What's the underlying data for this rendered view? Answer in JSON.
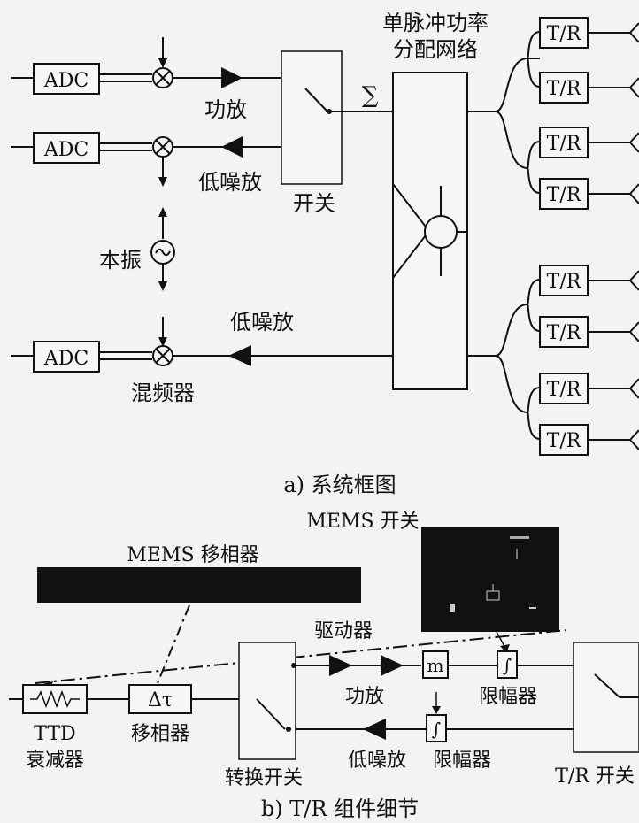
{
  "part_a": {
    "adc_label": "ADC",
    "pa_label": "功放",
    "lna_label": "低噪放",
    "switch_label": "开关",
    "sigma": "∑",
    "network_label_1": "单脉冲功率",
    "network_label_2": "分配网络",
    "lo_label": "本振",
    "mixer_label": "混频器",
    "tr_label": "T/R",
    "caption": "a)  系统框图"
  },
  "part_b": {
    "mems_switch_label": "MEMS 开关",
    "mems_phase_label": "MEMS 移相器",
    "driver_label": "驱动器",
    "ttd_label": "TTD",
    "attenuator_label": "衰减器",
    "delta_tau": "Δτ",
    "phase_shifter_label": "移相器",
    "transfer_switch_label": "转换开关",
    "pa_label": "功放",
    "lna_label": "低噪放",
    "limiter_label": "限幅器",
    "limiter_label_2": "限幅器",
    "m_label": "m",
    "integral_sym": "∫",
    "tr_switch_label": "T/R 开关",
    "caption": "b)  T/R 组件细节"
  }
}
